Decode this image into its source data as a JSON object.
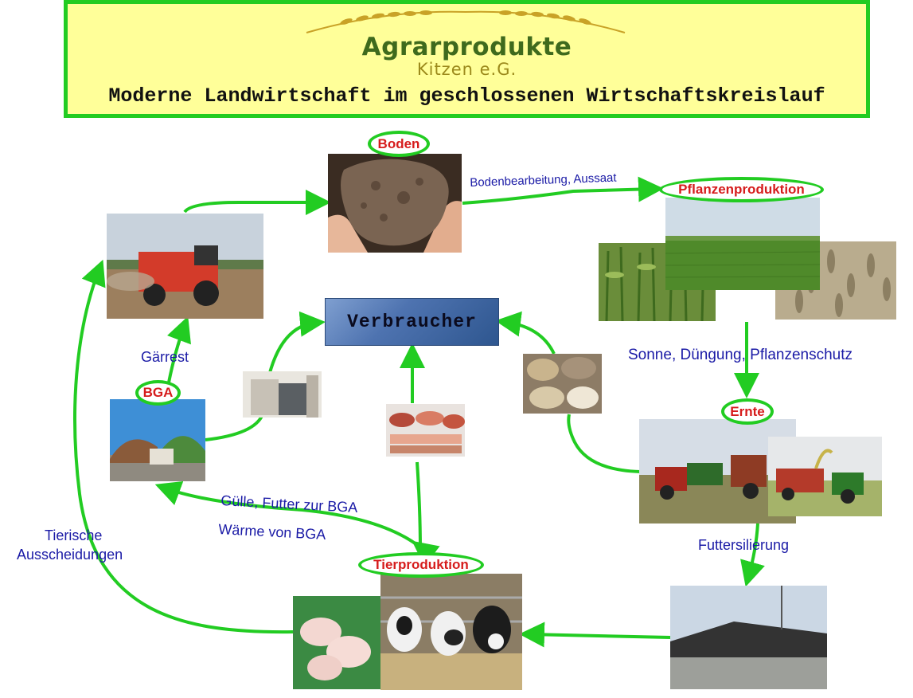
{
  "header": {
    "logo_main": "Agrarprodukte",
    "logo_sub": "Kitzen e.G.",
    "subtitle": "Moderne Landwirtschaft im geschlossenen Wirtschaftskreislauf"
  },
  "nodes": {
    "boden": "Boden",
    "pflanzen": "Pflanzenproduktion",
    "ernte": "Ernte",
    "tier": "Tierproduktion",
    "bga": "BGA",
    "verbraucher": "Verbraucher"
  },
  "flows": {
    "bodenbearbeitung": "Bodenbearbeitung, Aussaat",
    "sonne": "Sonne, Düngung, Pflanzenschutz",
    "futtersilierung": "Futtersilierung",
    "guelle": "Gülle, Futter zur BGA",
    "waerme": "Wärme von BGA",
    "gaerrest": "Gärrest",
    "tierische_1": "Tierische",
    "tierische_2": "Ausscheidungen"
  },
  "colors": {
    "accent_green": "#22cc22",
    "label_red": "#d61c1c",
    "text_blue": "#1a1aa6",
    "header_bg": "#ffff99"
  }
}
